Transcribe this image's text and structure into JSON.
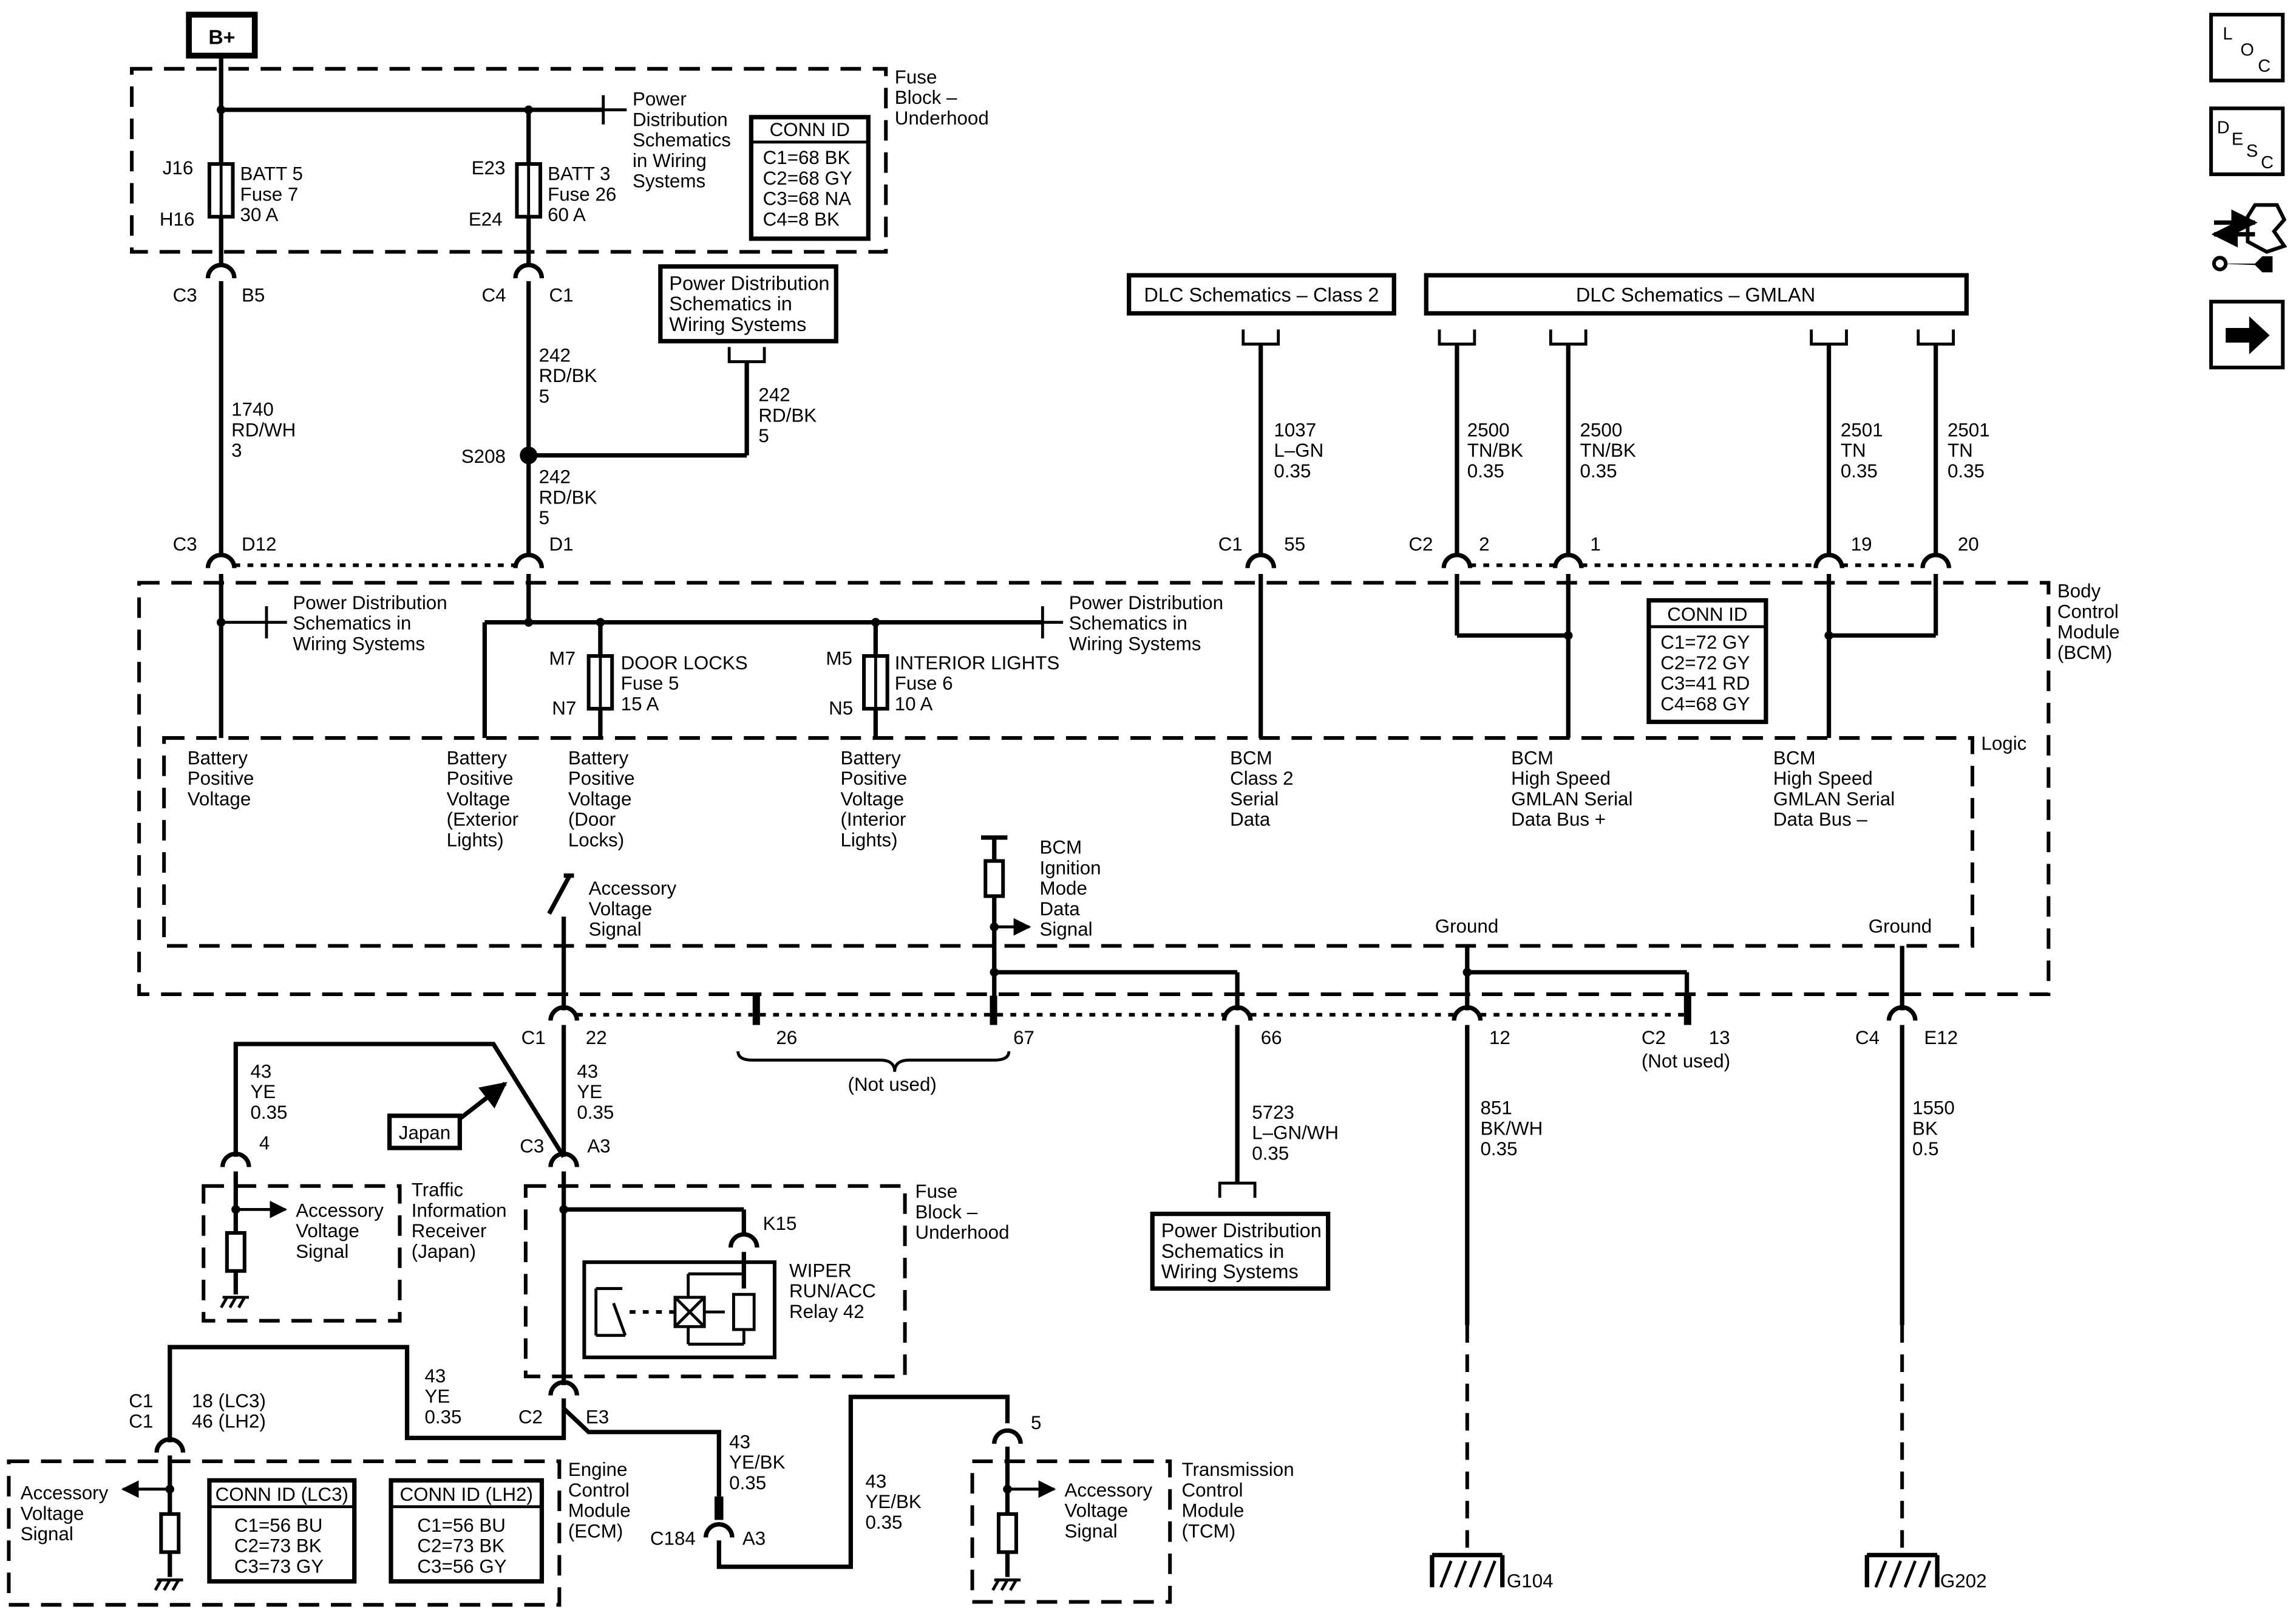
{
  "top_bplus": "B+",
  "fuse_block_top": [
    "Fuse",
    "Block –",
    "Underhood"
  ],
  "pds_top": [
    "Power",
    "Distribution",
    "Schematics",
    "in Wiring",
    "Systems"
  ],
  "conn_top": {
    "title": "CONN ID",
    "rows": [
      "C1=68 BK",
      "C2=68 GY",
      "C3=68 NA",
      "C4=8 BK"
    ]
  },
  "fuse1": {
    "pin_in": "J16",
    "pin_out": "H16",
    "lines": [
      "BATT 5",
      "Fuse 7",
      "30 A"
    ]
  },
  "fuse2": {
    "pin_in": "E23",
    "pin_out": "E24",
    "lines": [
      "BATT 3",
      "Fuse 26",
      "60 A"
    ]
  },
  "conn_labels": {
    "c3": "C3",
    "b5": "B5",
    "c4": "C4",
    "c1": "C1",
    "c3b": "C3",
    "d12": "D12",
    "d1": "D1",
    "c1c": "C1",
    "p55": "55",
    "c2d": "C2",
    "p2": "2",
    "p1": "1",
    "p19": "19",
    "p20": "20",
    "c1e": "C1",
    "p22": "22",
    "p26": "26",
    "p67": "67",
    "p66": "66",
    "p12": "12",
    "c2f": "C2",
    "p13": "13",
    "c4g": "C4",
    "e12": "E12",
    "c3h": "C3",
    "a3": "A3",
    "k15": "K15",
    "c2i": "C2",
    "e3": "E3",
    "c184": "C184",
    "a3b": "A3",
    "p4": "4",
    "p5": "5",
    "c1j": "C1",
    "c1k": "C1"
  },
  "wires": {
    "w1": [
      "1740",
      "RD/WH",
      "3"
    ],
    "w2": [
      "242",
      "RD/BK",
      "5"
    ],
    "w3": [
      "242",
      "RD/BK",
      "5"
    ],
    "w4": [
      "242",
      "RD/BK",
      "5"
    ],
    "w5": [
      "1037",
      "L–GN",
      "0.35"
    ],
    "w6": [
      "2500",
      "TN/BK",
      "0.35"
    ],
    "w7": [
      "2500",
      "TN/BK",
      "0.35"
    ],
    "w8": [
      "2501",
      "TN",
      "0.35"
    ],
    "w9": [
      "2501",
      "TN",
      "0.35"
    ],
    "w10": [
      "43",
      "YE",
      "0.35"
    ],
    "w11": [
      "43",
      "YE",
      "0.35"
    ],
    "w12": [
      "5723",
      "L–GN/WH",
      "0.35"
    ],
    "w13": [
      "851",
      "BK/WH",
      "0.35"
    ],
    "w14": [
      "1550",
      "BK",
      "0.5"
    ],
    "w15": [
      "43",
      "YE",
      "0.35"
    ],
    "w16": [
      "43",
      "YE/BK",
      "0.35"
    ],
    "w17": [
      "43",
      "YE/BK",
      "0.35"
    ],
    "w18": [
      "18 (LC3)",
      "46 (LH2)"
    ]
  },
  "s208": "S208",
  "pds_box1": [
    "Power Distribution",
    "Schematics in",
    "Wiring Systems"
  ],
  "dlc_class2": "DLC Schematics – Class 2",
  "dlc_gmlan": "DLC Schematics – GMLAN",
  "bcm_title": [
    "Body",
    "Control",
    "Module",
    "(BCM)"
  ],
  "pds_bcm_left": [
    "Power Distribution",
    "Schematics in",
    "Wiring Systems"
  ],
  "pds_bcm_right": [
    "Power Distribution",
    "Schematics in",
    "Wiring Systems"
  ],
  "fuse_door": {
    "pin_in": "M7",
    "pin_out": "N7",
    "lines": [
      "DOOR LOCKS",
      "Fuse 5",
      "15 A"
    ]
  },
  "fuse_int": {
    "pin_in": "M5",
    "pin_out": "N5",
    "lines": [
      "INTERIOR LIGHTS",
      "Fuse 6",
      "10 A"
    ]
  },
  "conn_bcm": {
    "title": "CONN ID",
    "rows": [
      "C1=72 GY",
      "C2=72 GY",
      "C3=41 RD",
      "C4=68 GY"
    ]
  },
  "logic": "Logic",
  "bpv1": [
    "Battery",
    "Positive",
    "Voltage"
  ],
  "bpv2": [
    "Battery",
    "Positive",
    "Voltage",
    "(Exterior",
    "Lights)"
  ],
  "bpv3": [
    "Battery",
    "Positive",
    "Voltage",
    "(Door",
    "Locks)"
  ],
  "bpv4": [
    "Battery",
    "Positive",
    "Voltage",
    "(Interior",
    "Lights)"
  ],
  "bcm_class2": [
    "BCM",
    "Class 2",
    "Serial",
    "Data"
  ],
  "bcm_hs_plus": [
    "BCM",
    "High Speed",
    "GMLAN Serial",
    "Data Bus +"
  ],
  "bcm_hs_minus": [
    "BCM",
    "High Speed",
    "GMLAN Serial",
    "Data Bus –"
  ],
  "accessory_bcm": [
    "Accessory",
    "Voltage",
    "Signal"
  ],
  "ignition_mode": [
    "BCM",
    "Ignition",
    "Mode",
    "Data",
    "Signal"
  ],
  "ground1": "Ground",
  "ground2": "Ground",
  "not_used1": "(Not used)",
  "not_used2": "(Not used)",
  "japan": "Japan",
  "tir_title": [
    "Traffic",
    "Information",
    "Receiver",
    "(Japan)"
  ],
  "tir_signal": [
    "Accessory",
    "Voltage",
    "Signal"
  ],
  "fuse_block_mid": [
    "Fuse",
    "Block –",
    "Underhood"
  ],
  "relay": [
    "WIPER",
    "RUN/ACC",
    "Relay 42"
  ],
  "pds_box2": [
    "Power Distribution",
    "Schematics in",
    "Wiring Systems"
  ],
  "ecm_title": [
    "Engine",
    "Control",
    "Module",
    "(ECM)"
  ],
  "ecm_signal": [
    "Accessory",
    "Voltage",
    "Signal"
  ],
  "conn_lc3": {
    "title": "CONN ID (LC3)",
    "rows": [
      "C1=56 BU",
      "C2=73 BK",
      "C3=73 GY"
    ]
  },
  "conn_lh2": {
    "title": "CONN ID (LH2)",
    "rows": [
      "C1=56 BU",
      "C2=73 BK",
      "C3=56 GY"
    ]
  },
  "tcm_title": [
    "Transmission",
    "Control",
    "Module",
    "(TCM)"
  ],
  "tcm_signal": [
    "Accessory",
    "Voltage",
    "Signal"
  ],
  "g104": "G104",
  "g202": "G202",
  "icon_loc": [
    "L",
    "O",
    "C"
  ],
  "icon_desc": [
    "D",
    "E",
    "S",
    "C"
  ],
  "icons": [
    "location-icon",
    "description-icon",
    "connector-repair-icon",
    "next-arrow-icon"
  ]
}
